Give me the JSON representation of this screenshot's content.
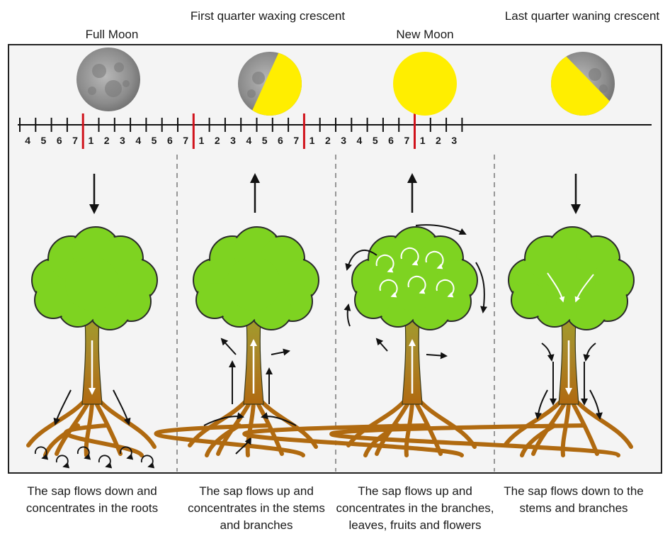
{
  "phases": [
    {
      "label": "Full Moon",
      "caption": "The sap flows down and concentrates in the roots",
      "moon": "full",
      "flow": "down"
    },
    {
      "label": "First quarter waxing crescent",
      "caption": "The sap flows up and concentrates in the stems and branches",
      "moon": "first-quarter",
      "flow": "up"
    },
    {
      "label": "New Moon",
      "caption": "The sap flows up and concentrates in the branches, leaves, fruits and flowers",
      "moon": "new",
      "flow": "up"
    },
    {
      "label": "Last quarter waning crescent",
      "caption": "The sap flows down to the stems and branches",
      "moon": "last-quarter",
      "flow": "down"
    }
  ],
  "timeline": {
    "numbers": [
      "4",
      "5",
      "6",
      "7",
      "1",
      "2",
      "3",
      "4",
      "5",
      "6",
      "7",
      "1",
      "2",
      "3",
      "4",
      "5",
      "6",
      "7",
      "1",
      "2",
      "3",
      "4",
      "5",
      "6",
      "7",
      "1",
      "2",
      "3"
    ]
  },
  "colors": {
    "moon_yellow": "#ffee00",
    "moon_gray": "#9a9a9a",
    "foliage": "#7ed321",
    "foliage_outline": "#2b2b2b",
    "trunk_top": "#9bb52a",
    "trunk_bottom": "#b06a10",
    "marker_red": "#d0121b",
    "arrow": "#111111"
  }
}
